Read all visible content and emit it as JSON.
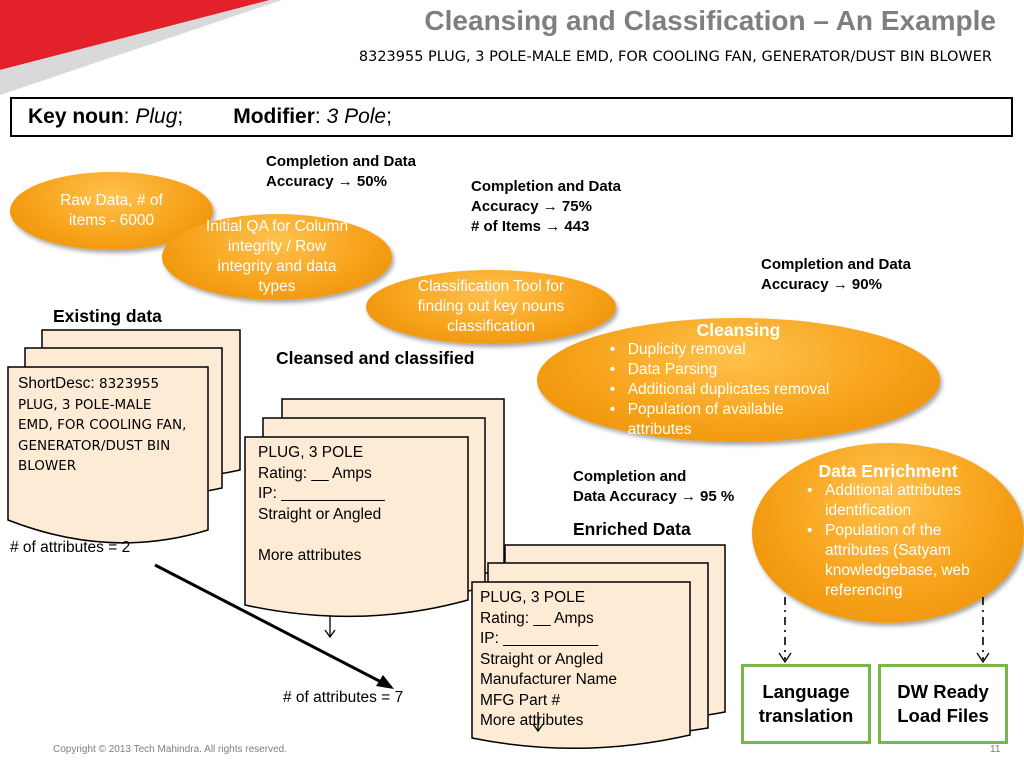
{
  "header": {
    "title": "Cleansing and Classification – An Example",
    "subtitle": "8323955 PLUG, 3 POLE-MALE EMD, FOR COOLING FAN, GENERATOR/DUST BIN BLOWER"
  },
  "key_bar": {
    "noun_label": "Key noun",
    "noun_value": "Plug",
    "modifier_label": "Modifier",
    "modifier_value": "3 Pole"
  },
  "ovals": {
    "raw_data": "Raw Data, # of items -  6000",
    "initial_qa": "Initial QA for Column integrity / Row integrity and data types",
    "classification": "Classification Tool for finding out key nouns  classification",
    "cleansing": {
      "heading": "Cleansing",
      "items": [
        "Duplicity removal",
        "Data Parsing",
        "Additional duplicates removal",
        "Population of available attributes"
      ]
    },
    "enrichment": {
      "heading": "Data Enrichment",
      "items": [
        "Additional attributes identification",
        "Population of the attributes  (Satyam knowledgebase, web referencing"
      ]
    }
  },
  "accuracy": {
    "a50_line1": "Completion and Data",
    "a50_line2": "Accuracy",
    "a50_value": "50%",
    "a75_line1": "Completion and Data",
    "a75_line2": "Accuracy",
    "a75_value": "75%",
    "a75_items_label": "# of Items",
    "a75_items_value": "443",
    "a90_line1": "Completion and Data",
    "a90_line2": "Accuracy",
    "a90_value": "90%",
    "a95_line1": "Completion and",
    "a95_line2": "Data Accuracy",
    "a95_value": "95 %"
  },
  "sections": {
    "existing": "Existing data",
    "cleansed": "Cleansed and classified",
    "enriched": "Enriched Data"
  },
  "docs": {
    "existing": {
      "label": "ShortDesc:",
      "lines": [
        "8323955",
        "PLUG, 3 POLE-MALE",
        "EMD, FOR COOLING FAN,",
        "GENERATOR/DUST BIN",
        "BLOWER"
      ]
    },
    "cleansed": [
      "PLUG, 3 POLE",
      "Rating:  __ Amps",
      "IP: ____________",
      "Straight or Angled",
      "",
      "More attributes"
    ],
    "enriched": [
      "PLUG, 3 POLE",
      "Rating:  __ Amps",
      "IP: ___________",
      "Straight or Angled",
      "Manufacturer Name",
      "MFG Part #",
      "More attributes"
    ]
  },
  "attributes": {
    "before": "# of attributes = 2",
    "after": "# of attributes = 7"
  },
  "outputs": {
    "language": "Language translation",
    "dw": "DW Ready Load Files"
  },
  "footer": {
    "copyright": "Copyright © 2013 Tech Mahindra. All rights reserved.",
    "page": "11"
  },
  "colors": {
    "oval": "#f7a21a",
    "doc": "#fdebd5",
    "green": "#76b64b",
    "banner_red": "#e3212b",
    "title_gray": "#7f7f7f"
  }
}
